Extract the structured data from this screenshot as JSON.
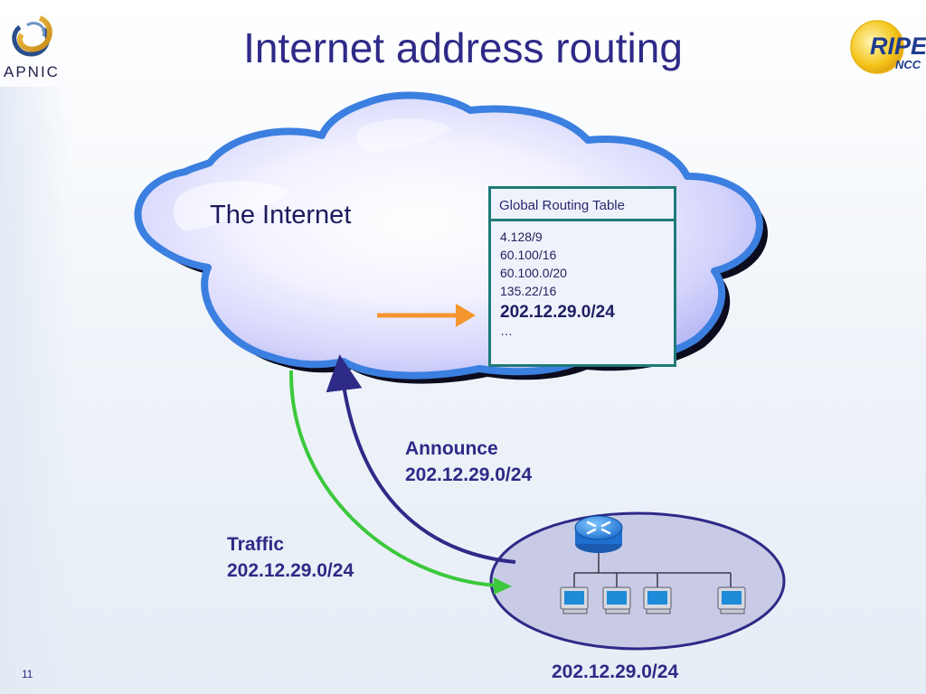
{
  "header": {
    "title": "Internet address routing",
    "left_logo": {
      "name": "APNIC",
      "icon": "apnic-swirl-logo",
      "color": "#e0a62a"
    },
    "right_logo": {
      "word": "RIPE",
      "sub": "NCC",
      "icon": "ripe-sun-logo",
      "color": "#f2c21b"
    }
  },
  "cloud": {
    "label": "The Internet",
    "fill": "#c8c8fb",
    "outline": "#3b7fe0"
  },
  "routing_table": {
    "title": "Global Routing Table",
    "entries": [
      "4.128/9",
      "60.100/16",
      "60.100.0/20",
      "135.22/16"
    ],
    "highlight": "202.12.29.0/24",
    "ellipsis": "…"
  },
  "arrows": {
    "announce": {
      "line1": "Announce",
      "line2": "202.12.29.0/24",
      "color": "#2e2a87"
    },
    "traffic": {
      "line1": "Traffic",
      "line2": "202.12.29.0/24",
      "color": "#3cc83c"
    },
    "table_pointer_color": "#f5962e"
  },
  "network": {
    "label": "202.12.29.0/24",
    "fill": "#c9cbe6",
    "outline": "#2e2a87",
    "icons": [
      "router-icon",
      "pc-icon",
      "pc-icon",
      "pc-icon",
      "pc-icon"
    ]
  },
  "footer": {
    "page": "11"
  }
}
